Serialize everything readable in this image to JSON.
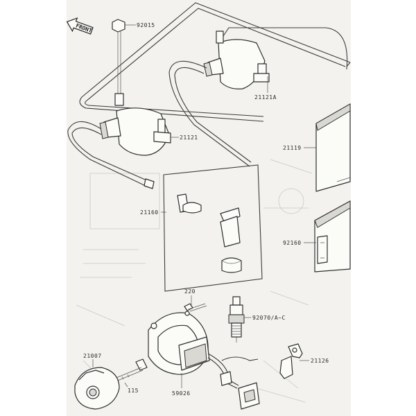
{
  "diagram": {
    "front_label": "FRONT",
    "parts": [
      {
        "id": "92015"
      },
      {
        "id": "21121A"
      },
      {
        "id": "21121"
      },
      {
        "id": "21119"
      },
      {
        "id": "21160"
      },
      {
        "id": "92160"
      },
      {
        "id": "220"
      },
      {
        "id": "92070/A~C"
      },
      {
        "id": "21007"
      },
      {
        "id": "115"
      },
      {
        "id": "21126"
      },
      {
        "id": "59026"
      }
    ]
  }
}
